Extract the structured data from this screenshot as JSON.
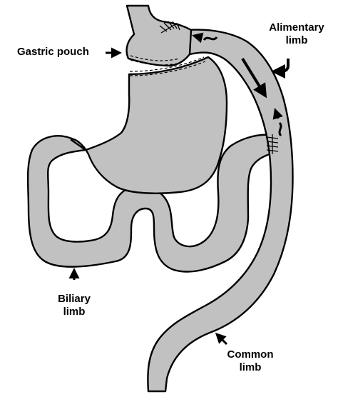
{
  "colors": {
    "organ_fill": "#c1c1c1",
    "outline": "#000000",
    "background": "#ffffff"
  },
  "labels": {
    "gastric_pouch": "Gastric pouch",
    "alimentary_line1": "Alimentary",
    "alimentary_line2": "limb",
    "biliary_line1": "Biliary",
    "biliary_line2": "limb",
    "common_line1": "Common",
    "common_line2": "limb"
  },
  "icons": {
    "pointer": "arrow-icon",
    "flow": "flow-arrow-icon",
    "wave": "peristalsis-wave-icon",
    "sutures": "suture-icon"
  }
}
